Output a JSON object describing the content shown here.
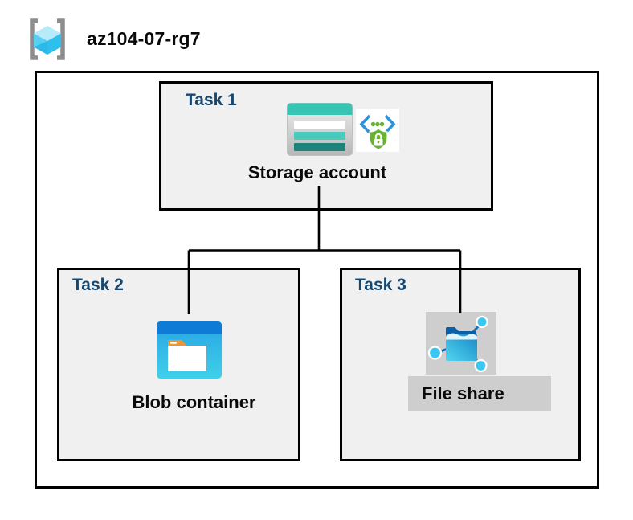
{
  "header": {
    "resource_group_name": "az104-07-rg7",
    "icon": "resource-group-icon"
  },
  "diagram": {
    "tasks": [
      {
        "label": "Task 1",
        "resource": "Storage account",
        "icons": [
          "storage-account-icon",
          "sas-shield-lock-icon"
        ],
        "highlighted": false
      },
      {
        "label": "Task 2",
        "resource": "Blob container",
        "icons": [
          "blob-container-icon"
        ],
        "highlighted": false
      },
      {
        "label": "Task 3",
        "resource": "File share",
        "icons": [
          "file-share-icon"
        ],
        "highlighted": true
      }
    ],
    "connections": [
      {
        "from": "Storage account",
        "to": "Blob container"
      },
      {
        "from": "Storage account",
        "to": "File share"
      }
    ]
  },
  "colors": {
    "task_label": "#17466E",
    "box_fill": "#F0F0F0",
    "highlight_fill": "#CECECE",
    "border": "#000000",
    "storage_teal": "#38C4B3",
    "storage_teal_dark": "#20837B",
    "blob_header_blue": "#0E7CD6",
    "blob_body_cyan": "#35C4E6",
    "folder_tab_orange": "#EF9434",
    "sas_green": "#69B233",
    "sas_bracket_blue": "#2E93D8",
    "file_share_node_cyan": "#3AC7F2",
    "file_share_line_blue": "#1A6FB5",
    "cube_cyan_light": "#B6ECFA",
    "cube_cyan": "#59D0F2",
    "cube_cyan_dark": "#2DBFEE",
    "bracket_gray": "#8E8E8E"
  }
}
